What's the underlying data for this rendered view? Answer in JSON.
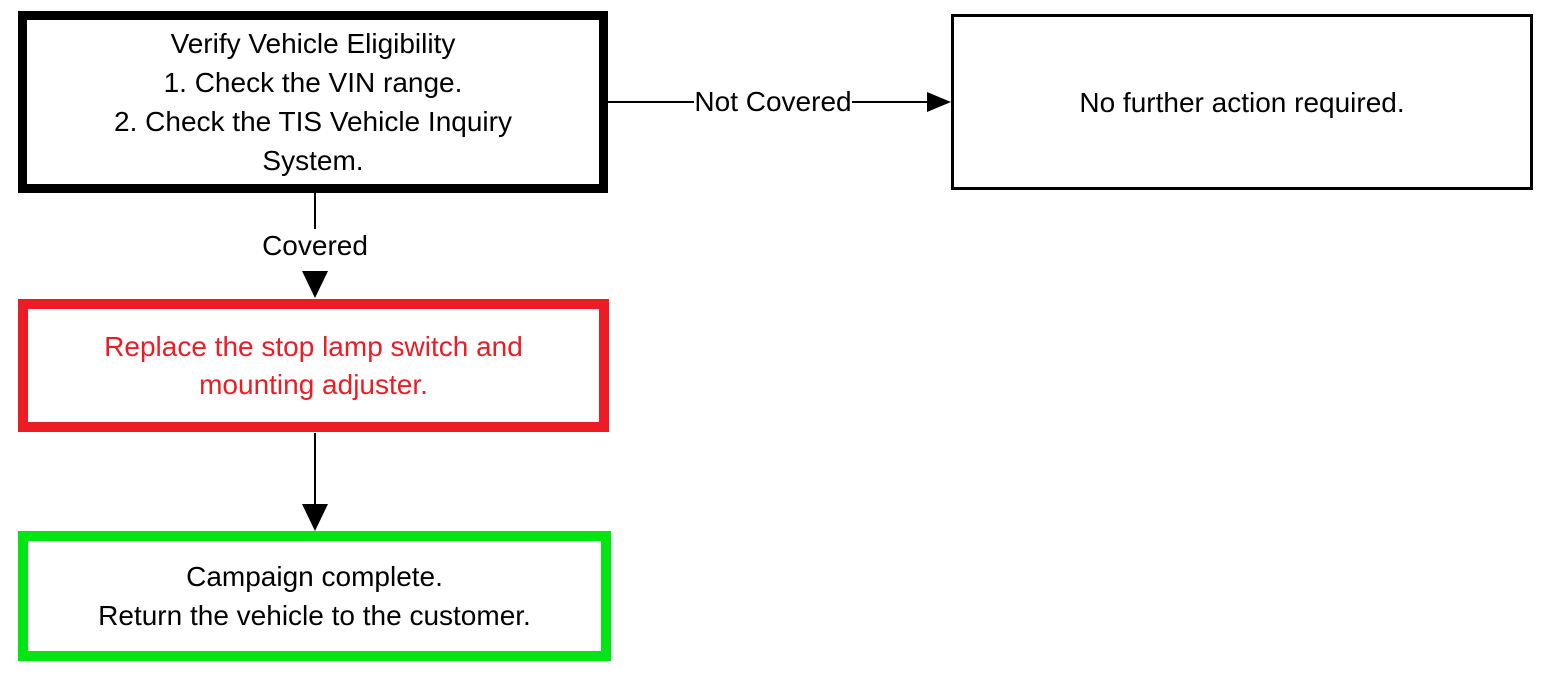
{
  "flowchart": {
    "nodes": {
      "verify": {
        "text": "Verify Vehicle Eligibility\n1. Check the VIN range.\n2. Check the TIS Vehicle Inquiry\nSystem.",
        "border_color": "#000000",
        "text_color": "#000000"
      },
      "no_action": {
        "text": "No further action required.",
        "border_color": "#000000",
        "text_color": "#000000"
      },
      "replace": {
        "text": "Replace the stop lamp switch and\nmounting adjuster.",
        "border_color": "#ec1c24",
        "text_color": "#ec1c24"
      },
      "complete": {
        "text": "Campaign complete.\nReturn the vehicle to the customer.",
        "border_color": "#00e613",
        "text_color": "#000000"
      }
    },
    "edges": {
      "not_covered": {
        "label": "Not Covered",
        "from": "verify",
        "to": "no_action"
      },
      "covered": {
        "label": "Covered",
        "from": "verify",
        "to": "replace"
      },
      "finish": {
        "label": "",
        "from": "replace",
        "to": "complete"
      }
    },
    "colors": {
      "line": "#000000",
      "background": "#ffffff"
    }
  }
}
